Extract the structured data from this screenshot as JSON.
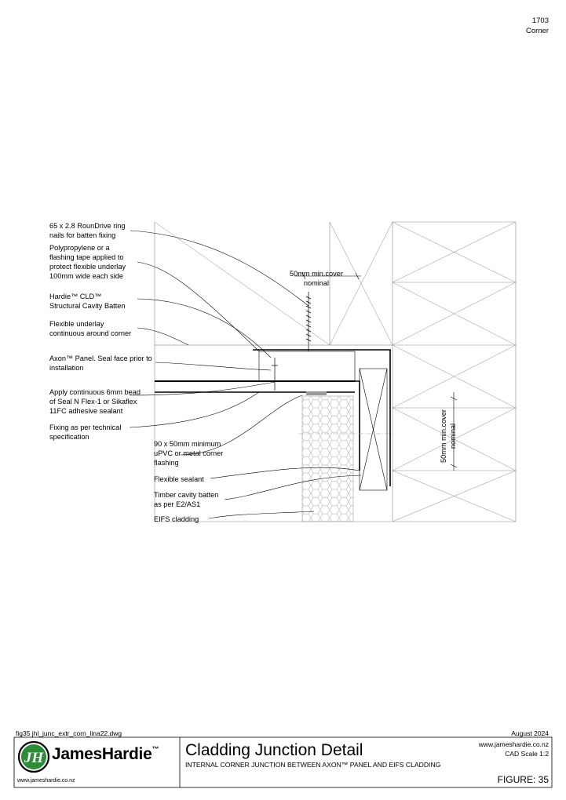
{
  "header": {
    "sheet_number": "1703",
    "sheet_name": "Corner"
  },
  "dimensions": {
    "top_cover": [
      "50mm min.cover",
      "nominal"
    ],
    "side_cover": [
      "50mm min.cover",
      "nominal"
    ]
  },
  "callouts": [
    {
      "lines": [
        "65 x 2.8 RounDrive ring",
        "nails for batten fixing"
      ]
    },
    {
      "lines": [
        "Polypropylene or a",
        "flashing tape applied to",
        "protect flexible underlay",
        "100mm wide each side"
      ]
    },
    {
      "lines": [
        "Hardie™ CLD™",
        "Structural Cavity Batten"
      ]
    },
    {
      "lines": [
        "Flexible underlay",
        "continuous around corner"
      ]
    },
    {
      "lines": [
        "Axon™ Panel. Seal face prior to",
        "installation"
      ]
    },
    {
      "lines": [
        "Apply continuous 6mm bead",
        "of Seal N Flex-1 or Sikaflex",
        "11FC adhesive sealant"
      ]
    },
    {
      "lines": [
        "Fixing as per technical",
        "specification"
      ]
    },
    {
      "lines": [
        "90 x 50mm minimum",
        "uPVC or metal corner",
        "flashing"
      ]
    },
    {
      "lines": [
        "Flexible sealant"
      ]
    },
    {
      "lines": [
        "Timber cavity batten",
        "as per E2/AS1"
      ]
    },
    {
      "lines": [
        "EIFS cladding"
      ]
    }
  ],
  "title_block": {
    "file_name": "fig35 jhl_junc_extr_corn_lina22.dwg",
    "date": "August 2024",
    "brand": "JamesHardie",
    "brand_mark": "™",
    "logo_letters": "JH",
    "website_small": "www.jameshardie.co.nz",
    "title": "Cladding Junction Detail",
    "subtitle": "INTERNAL CORNER JUNCTION BETWEEN AXON™ PANEL AND EIFS CLADDING",
    "website": "www.jameshardie.co.nz",
    "scale": "CAD Scale 1:2",
    "figure": "FIGURE: 35"
  },
  "colors": {
    "line": "#000000",
    "grey_line": "#9a9a9a",
    "brand_green": "#2e8b3a"
  }
}
